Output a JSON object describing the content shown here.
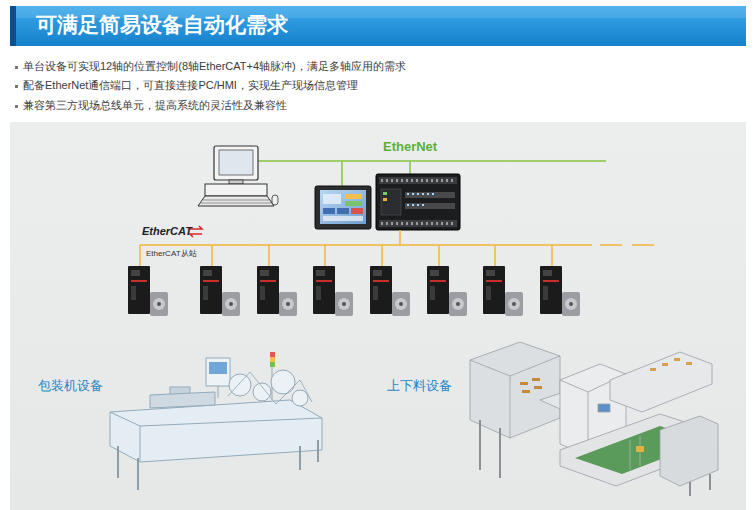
{
  "diagram": {
    "title": "可满足简易设备自动化需求",
    "labels": [
      "单台设备可实现12轴的位置控制(8轴EtherCAT+4轴脉冲)，满足多轴应用的需求",
      "配备EtherNet通信端口，可直接连接PC/HMI，实现生产现场信息管理",
      "兼容第三方现场总线单元，提高系统的灵活性及兼容性",
      "EtherNet",
      "EtherCAT",
      "EtherCAT从站",
      "包装机设备",
      "上下料设备"
    ]
  }
}
